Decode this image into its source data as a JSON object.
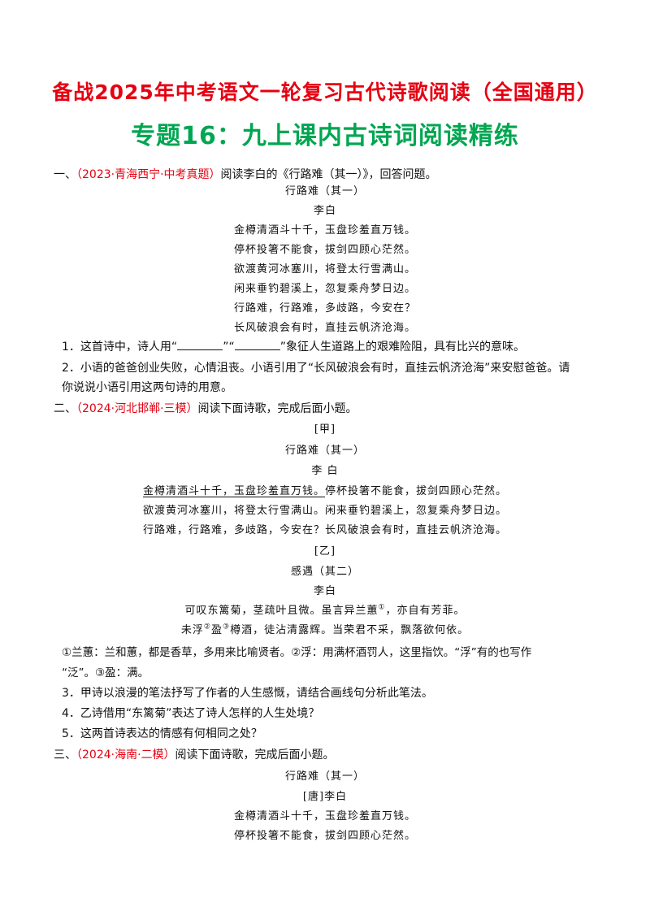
{
  "header": {
    "title": "备战2025年中考语文一轮复习古代诗歌阅读（全国通用）",
    "subtitle": "专题16：九上课内古诗词阅读精练"
  },
  "sections": [
    {
      "number": "一、",
      "source": "（2023·青海西宁·中考真题）",
      "instruction": "阅读李白的《行路难（其一）》，回答问题。",
      "poem_title": "行路难（其一）",
      "author": "李白",
      "lines": [
        "金樽清酒斗十千，玉盘珍羞直万钱。",
        "停杯投箸不能食，拔剑四顾心茫然。",
        "欲渡黄河冰塞川，将登太行雪满山。",
        "闲来垂钓碧溪上，忽复乘舟梦日边。",
        "行路难，行路难，多歧路，今安在？",
        "长风破浪会有时，直挂云帆济沧海。"
      ],
      "questions": [
        {
          "num": "1．",
          "pre": "这首诗中，诗人用“",
          "mid": "”“",
          "post": "”象征人生道路上的艰难险阻，具有比兴的意味。"
        },
        {
          "num": "2．",
          "line1": "小语的爸爸创业失败，心情沮丧。小语引用了“长风破浪会有时，直挂云帆济沧海”来安慰爸爸。请",
          "line2": "你说说小语引用这两句诗的用意。"
        }
      ]
    },
    {
      "number": "二、",
      "source": "（2024·河北邯郸·三模）",
      "instruction": "阅读下面诗歌，完成后面小题。",
      "jia": {
        "label": "[甲]",
        "poem_title": "行路难（其一）",
        "author": "李 白",
        "line1_underlined": "金樽清酒斗十千，玉盘珍羞直万钱。",
        "line1_rest": "停杯投箸不能食，拔剑四顾心茫然。",
        "line2": "欲渡黄河冰塞川，将登太行雪满山。闲来垂钓碧溪上，忽复乘舟梦日边。",
        "line3": "行路难，行路难，多歧路，今安在？长风破浪会有时，直挂云帆济沧海。"
      },
      "yi": {
        "label": "[乙]",
        "poem_title": "感遇（其二）",
        "author": "李白",
        "line1_a": "可叹东篱菊，茎疏叶且微。虽言异兰蕙",
        "line1_sup": "①",
        "line1_b": "，亦自有芳菲。",
        "line2_a": "未浮",
        "line2_sup1": "②",
        "line2_b": "盈",
        "line2_sup2": "③",
        "line2_c": "樽酒，徒沾清露辉。当荣君不采，飘落欲何依。"
      },
      "notes": {
        "line1": "①兰蕙：兰和蕙，都是香草，多用来比喻贤者。②浮：用满杯酒罚人，这里指饮。“浮”有的也写作",
        "line2": "“泛”。③盈：满。"
      },
      "questions": [
        {
          "num": "3．",
          "text": "甲诗以浪漫的笔法抒写了作者的人生感慨，请结合画线句分析此笔法。"
        },
        {
          "num": "4．",
          "text": "乙诗借用“东篱菊”表达了诗人怎样的人生处境？"
        },
        {
          "num": "5．",
          "text": "这两首诗表达的情感有何相同之处？"
        }
      ]
    },
    {
      "number": "三、",
      "source": "（2024·海南·二模）",
      "instruction": "阅读下面诗歌，完成后面小题。",
      "poem_title": "行路难（其一）",
      "author": "[唐]李白",
      "lines": [
        "金樽清酒斗十千，玉盘珍羞直万钱。",
        "停杯投箸不能食，拔剑四顾心茫然。"
      ]
    }
  ]
}
